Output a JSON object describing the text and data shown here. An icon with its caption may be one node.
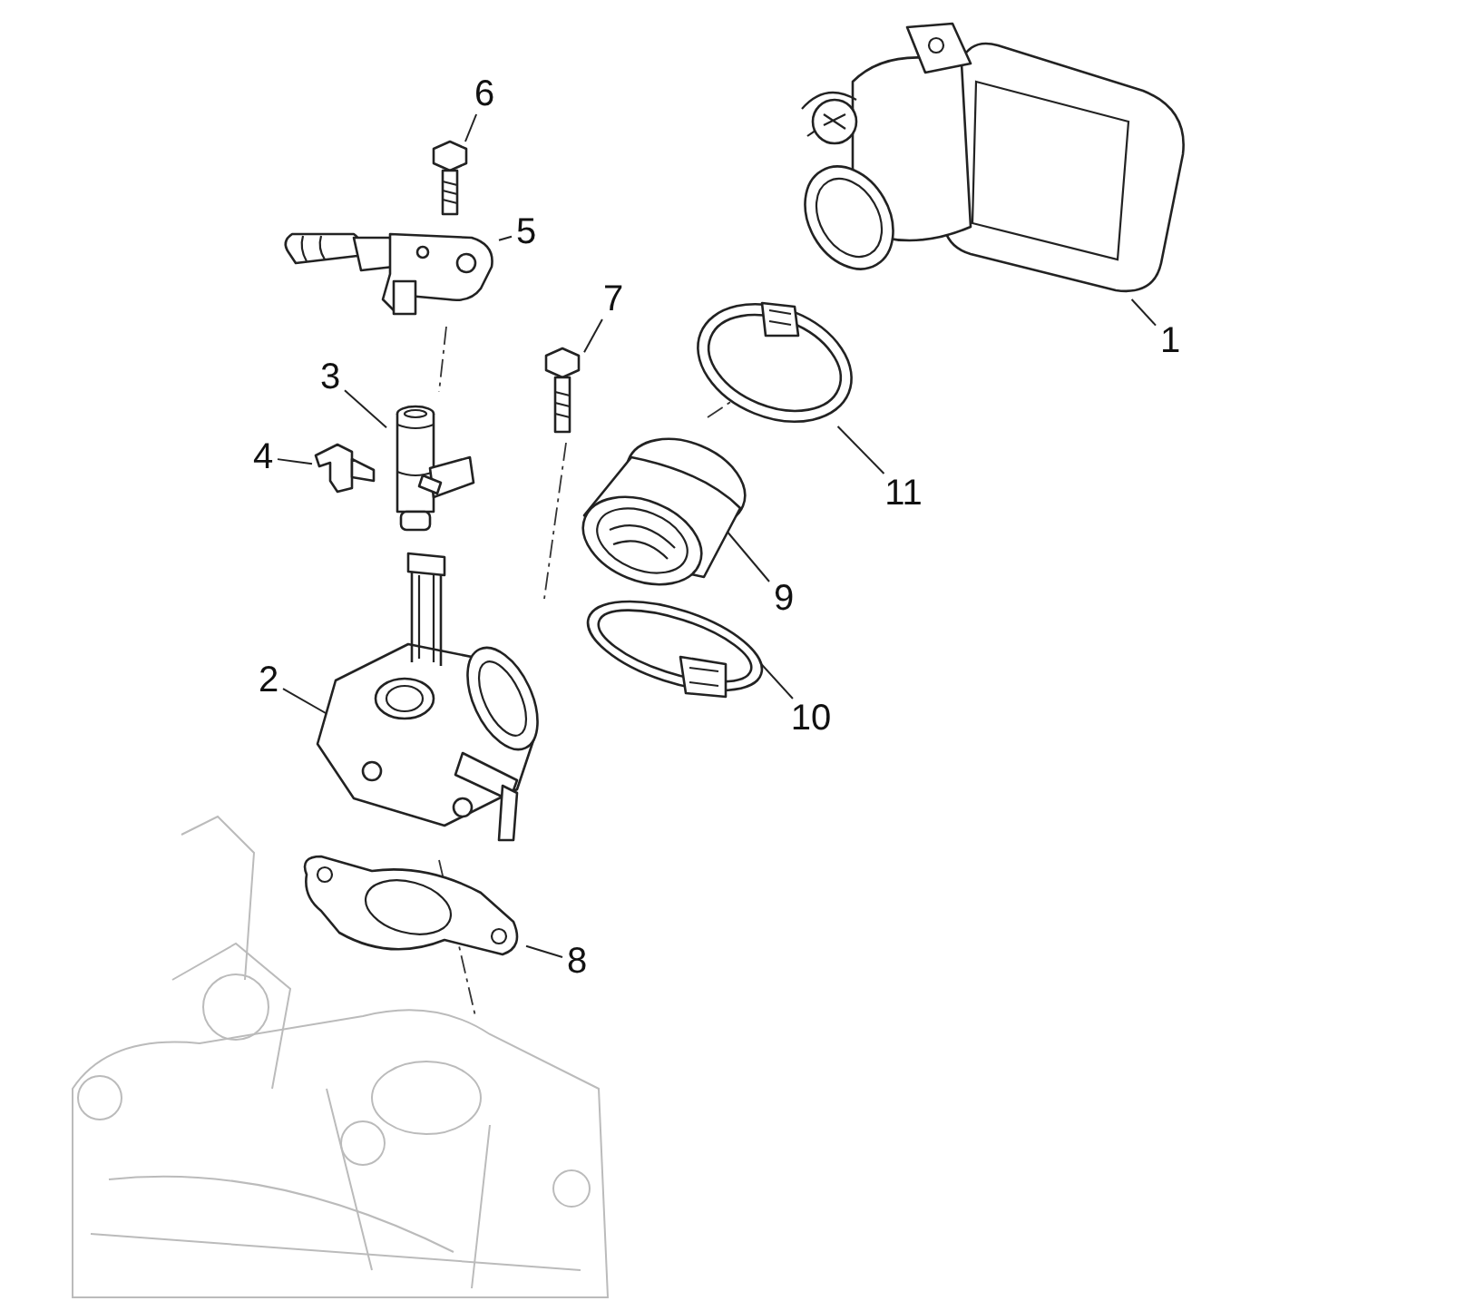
{
  "diagram": {
    "nodes": [
      {
        "text": [
          "6"
        ]
      },
      {
        "text": [
          "5"
        ]
      },
      {
        "text": [
          "7"
        ]
      },
      {
        "text": [
          "1"
        ]
      },
      {
        "text": [
          "3"
        ]
      },
      {
        "text": [
          "4"
        ]
      },
      {
        "text": [
          "11"
        ]
      },
      {
        "text": [
          "9"
        ]
      },
      {
        "text": [
          "2"
        ]
      },
      {
        "text": [
          "10"
        ]
      },
      {
        "text": [
          "8"
        ]
      },
      {
        "text": [],
        "shape": "picture"
      },
      {
        "text": [],
        "shape": "picture"
      },
      {
        "text": [],
        "shape": "picture"
      },
      {
        "text": [],
        "shape": "picture"
      },
      {
        "text": [],
        "shape": "picture"
      },
      {
        "text": [],
        "shape": "picture"
      },
      {
        "text": [],
        "shape": "picture"
      },
      {
        "text": [],
        "shape": "picture"
      },
      {
        "text": [],
        "shape": "picture"
      },
      {
        "text": [],
        "shape": "picture"
      },
      {
        "text": [],
        "shape": "picture"
      }
    ],
    "edges": [
      {
        "from": 0,
        "to": 12,
        "arrow": "none"
      },
      {
        "from": 1,
        "to": 13,
        "arrow": "none"
      },
      {
        "from": 2,
        "to": 15,
        "arrow": "none"
      },
      {
        "from": 3,
        "to": 11,
        "arrow": "none"
      },
      {
        "from": 4,
        "to": 16,
        "arrow": "none"
      },
      {
        "from": 5,
        "to": 17,
        "arrow": "none"
      },
      {
        "from": 6,
        "to": 14,
        "arrow": "none"
      },
      {
        "from": 7,
        "to": 18,
        "arrow": "none"
      },
      {
        "from": 8,
        "to": 19,
        "arrow": "none"
      },
      {
        "from": 9,
        "to": 20,
        "arrow": "none"
      },
      {
        "from": 10,
        "to": 21,
        "arrow": "none"
      }
    ]
  }
}
